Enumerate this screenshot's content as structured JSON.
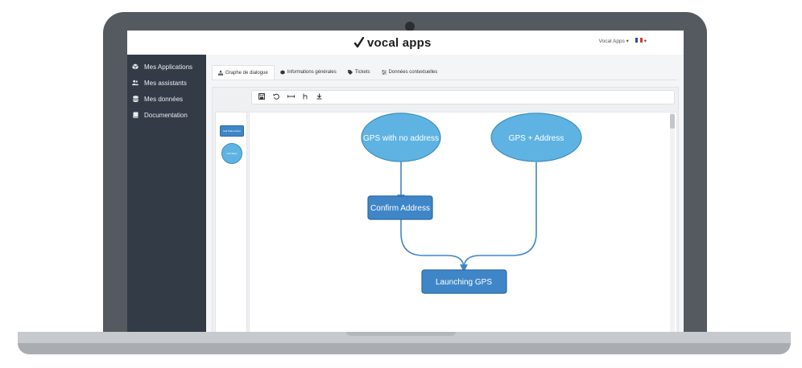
{
  "header": {
    "logo_text": "vocal apps",
    "account_menu": "Vocal Apps",
    "language": "fr"
  },
  "sidebar": {
    "items": [
      {
        "label": "Mes Applications",
        "icon": "cube-icon"
      },
      {
        "label": "Mes assistants",
        "icon": "users-icon"
      },
      {
        "label": "Mes données",
        "icon": "database-icon"
      },
      {
        "label": "Documentation",
        "icon": "book-icon"
      }
    ]
  },
  "tabs": [
    {
      "label": "Graphe de dialogue",
      "icon": "sitemap-icon",
      "active": true
    },
    {
      "label": "Informations générales",
      "icon": "cube-icon",
      "active": false
    },
    {
      "label": "Tickets",
      "icon": "tag-icon",
      "active": false
    },
    {
      "label": "Données contextuelles",
      "icon": "sliders-icon",
      "active": false
    }
  ],
  "toolbar": {
    "tools": [
      "save-icon",
      "undo-icon",
      "link-icon",
      "text-cursor-icon",
      "download-icon"
    ]
  },
  "palette": {
    "rect_label": "Call State Action",
    "ellipse_label": "Call State"
  },
  "graph": {
    "nodes": {
      "gps_no_address": "GPS with no address",
      "gps_address": "GPS + Address",
      "confirm_address": "Confirm Address",
      "launching_gps": "Launching GPS"
    }
  },
  "colors": {
    "ellipse_fill": "#5fb3e2",
    "rect_fill": "#3f86c8",
    "edge": "#3f86c8",
    "sidebar_bg": "#333b47"
  }
}
